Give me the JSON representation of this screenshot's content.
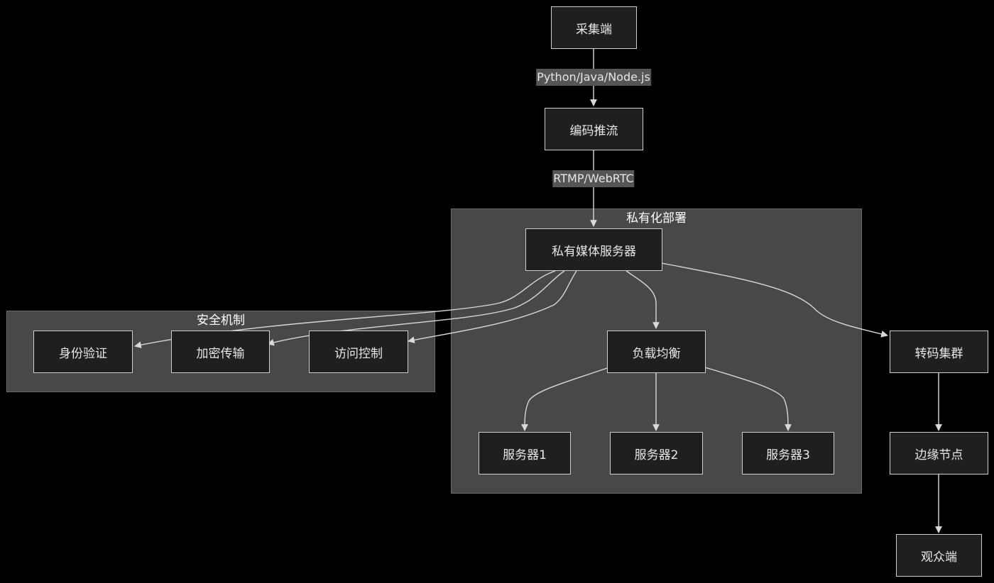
{
  "clusters": {
    "security": {
      "title": "安全机制"
    },
    "private": {
      "title": "私有化部署"
    }
  },
  "nodes": {
    "collector": "采集端",
    "encoder": "编码推流",
    "media_server": "私有媒体服务器",
    "load_balancer": "负载均衡",
    "server1": "服务器1",
    "server2": "服务器2",
    "server3": "服务器3",
    "auth": "身份验证",
    "encryption": "加密传输",
    "access_control": "访问控制",
    "transcode": "转码集群",
    "edge_node": "边缘节点",
    "viewer": "观众端"
  },
  "edges": [
    {
      "from": "collector",
      "to": "encoder",
      "label": "Python/Java/Node.js"
    },
    {
      "from": "encoder",
      "to": "media_server",
      "label": "RTMP/WebRTC"
    },
    {
      "from": "media_server",
      "to": "load_balancer"
    },
    {
      "from": "media_server",
      "to": "transcode"
    },
    {
      "from": "media_server",
      "to": "auth"
    },
    {
      "from": "media_server",
      "to": "encryption"
    },
    {
      "from": "media_server",
      "to": "access_control"
    },
    {
      "from": "load_balancer",
      "to": "server1"
    },
    {
      "from": "load_balancer",
      "to": "server2"
    },
    {
      "from": "load_balancer",
      "to": "server3"
    },
    {
      "from": "transcode",
      "to": "edge_node"
    },
    {
      "from": "edge_node",
      "to": "viewer"
    }
  ]
}
